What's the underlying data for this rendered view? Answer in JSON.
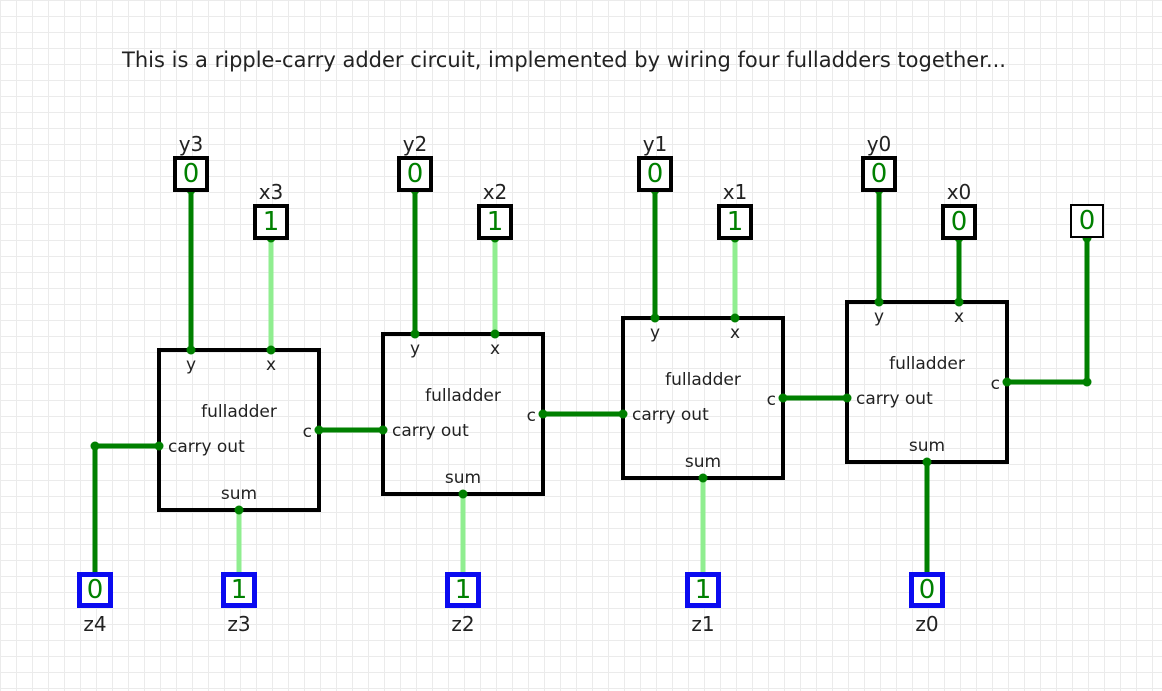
{
  "caption": "This is a ripple-carry adder circuit, implemented by wiring four fulladders together...",
  "colors": {
    "wire_on": "#008000",
    "wire_off": "#90ee90",
    "box": "#000000",
    "output_border": "#0a0af0",
    "value": "#008000"
  },
  "adders": [
    {
      "name": "fulladder",
      "ports": {
        "y": "y",
        "x": "x",
        "c": "c",
        "carry_out": "carry out",
        "sum": "sum"
      }
    },
    {
      "name": "fulladder",
      "ports": {
        "y": "y",
        "x": "x",
        "c": "c",
        "carry_out": "carry out",
        "sum": "sum"
      }
    },
    {
      "name": "fulladder",
      "ports": {
        "y": "y",
        "x": "x",
        "c": "c",
        "carry_out": "carry out",
        "sum": "sum"
      }
    },
    {
      "name": "fulladder",
      "ports": {
        "y": "y",
        "x": "x",
        "c": "c",
        "carry_out": "carry out",
        "sum": "sum"
      }
    }
  ],
  "inputs": {
    "y3": {
      "label": "y3",
      "value": "0"
    },
    "x3": {
      "label": "x3",
      "value": "1"
    },
    "y2": {
      "label": "y2",
      "value": "0"
    },
    "x2": {
      "label": "x2",
      "value": "1"
    },
    "y1": {
      "label": "y1",
      "value": "0"
    },
    "x1": {
      "label": "x1",
      "value": "1"
    },
    "y0": {
      "label": "y0",
      "value": "0"
    },
    "x0": {
      "label": "x0",
      "value": "0"
    },
    "carry_in": {
      "label": "",
      "value": "0"
    }
  },
  "outputs": {
    "z4": {
      "label": "z4",
      "value": "0"
    },
    "z3": {
      "label": "z3",
      "value": "1"
    },
    "z2": {
      "label": "z2",
      "value": "1"
    },
    "z1": {
      "label": "z1",
      "value": "1"
    },
    "z0": {
      "label": "z0",
      "value": "0"
    }
  }
}
